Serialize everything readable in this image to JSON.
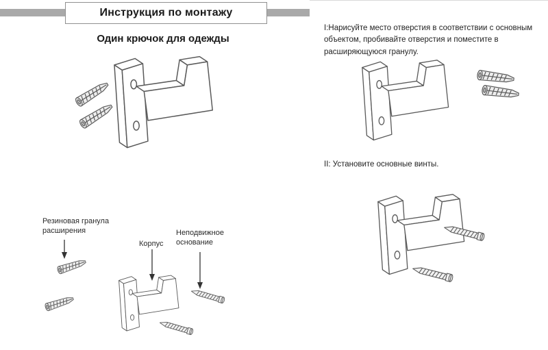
{
  "header": {
    "title": "Инструкция по монтажу",
    "subtitle": "Один крючок для одежды"
  },
  "diagram_labels": {
    "expansion_granule": "Резиновая гранула расширения",
    "body": "Корпус",
    "fixed_base": "Неподвижное основание"
  },
  "steps": [
    {
      "text": "I:Нарисуйте место отверстия в соответствии с основным объектом, пробивайте отверстия и поместите в расширяющуюся гранулу."
    },
    {
      "text": "II: Установите основные винты."
    }
  ],
  "illustrations": {
    "hook": "wall-hook-line-drawing",
    "anchor": "expansion-anchor-line-drawing",
    "screw": "screw-line-drawing",
    "arrow": "down-arrow"
  },
  "colors": {
    "band": "#a9a9a9",
    "line_art": "#5a5a5a",
    "text": "#1a1a1a"
  }
}
